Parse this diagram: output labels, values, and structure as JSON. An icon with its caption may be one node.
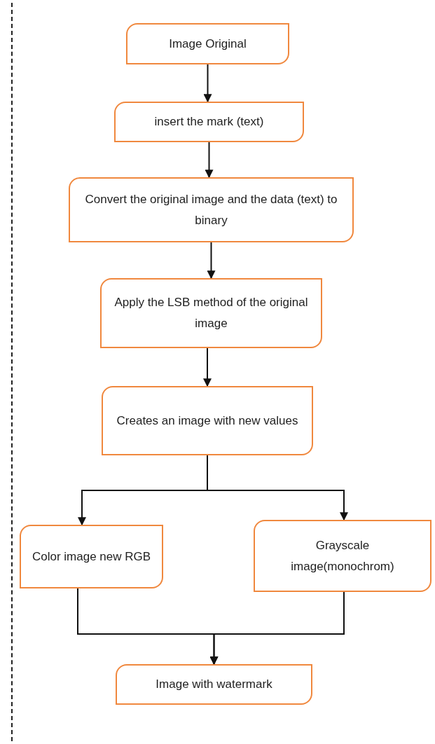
{
  "diagram": {
    "nodes": [
      {
        "text": [
          "Image Original"
        ]
      },
      {
        "text": [
          "insert the mark (text)"
        ]
      },
      {
        "text": [
          "Convert the original image and the data (text) to binary"
        ]
      },
      {
        "text": [
          "Apply the LSB method of the original image"
        ]
      },
      {
        "text": [
          "Creates an image with new values"
        ]
      },
      {
        "text": [
          "Color image new RGB"
        ]
      },
      {
        "text": [
          "Grayscale image(monochrom)"
        ]
      },
      {
        "text": [
          "Image with watermark"
        ]
      }
    ],
    "edges": [
      {
        "from": 0,
        "to": 1,
        "arrow": "to"
      },
      {
        "from": 1,
        "to": 2,
        "arrow": "to"
      },
      {
        "from": 2,
        "to": 3,
        "arrow": "to"
      },
      {
        "from": 3,
        "to": 4,
        "arrow": "to"
      },
      {
        "from": 4,
        "to": 5,
        "arrow": "to"
      },
      {
        "from": 4,
        "to": 6,
        "arrow": "to"
      },
      {
        "from": 5,
        "to": 7,
        "arrow": "to"
      },
      {
        "from": 6,
        "to": 7,
        "arrow": "to"
      }
    ]
  }
}
